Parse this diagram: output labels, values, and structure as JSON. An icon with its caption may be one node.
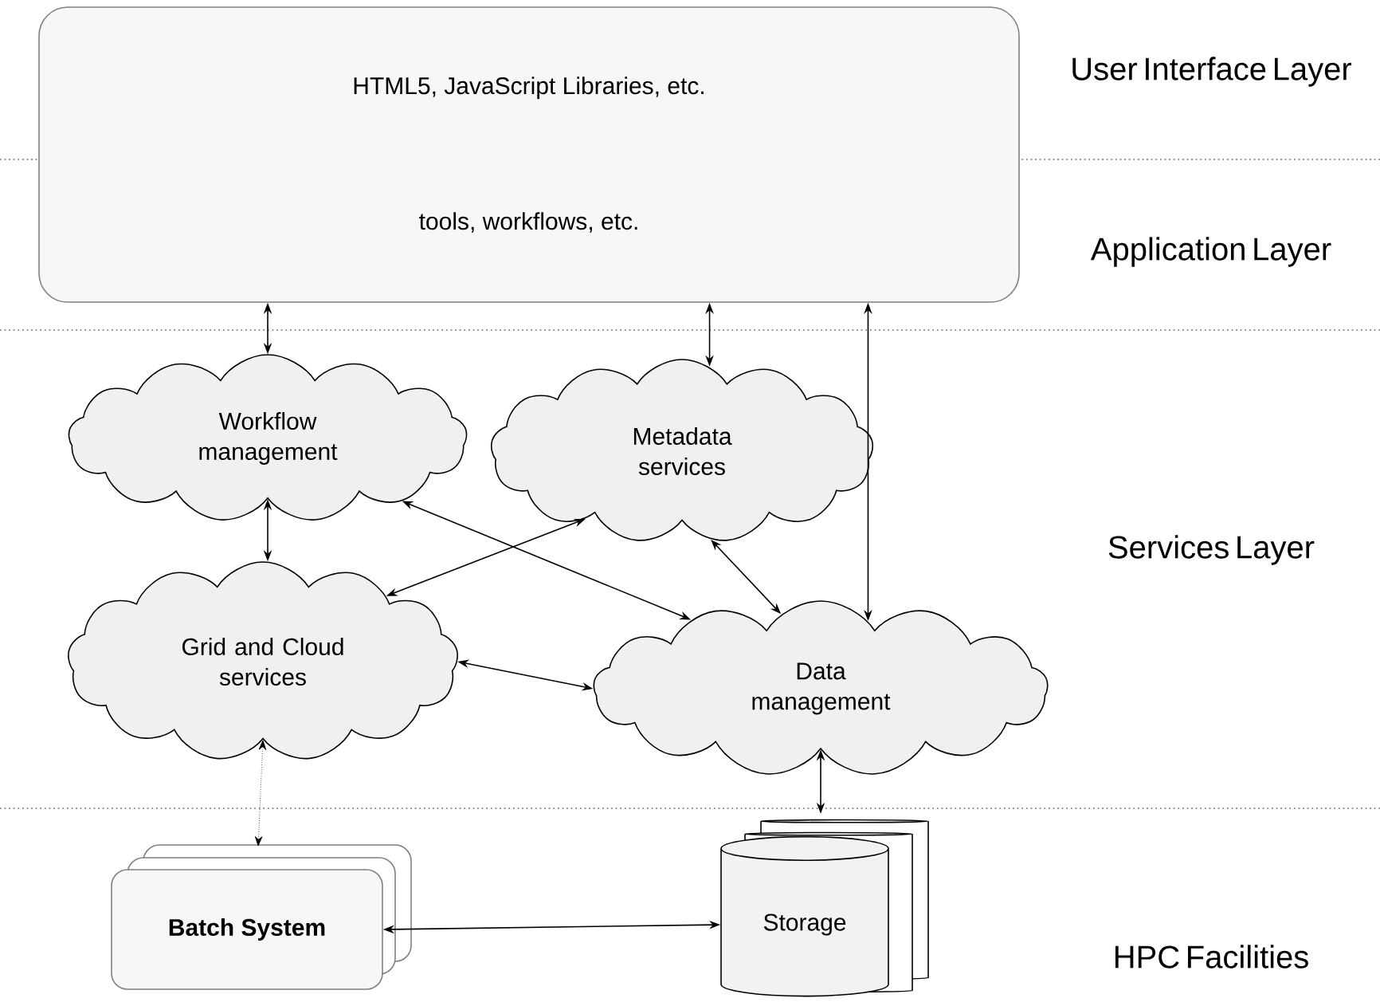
{
  "diagram": {
    "nodes": [
      {
        "text": [
          "HTML5, JavaScript Libraries, etc.",
          "tools, workflows, etc."
        ]
      },
      {
        "text": [
          "Workflow management"
        ]
      },
      {
        "text": [
          "Metadata services"
        ]
      },
      {
        "text": [
          "Grid and Cloud services"
        ]
      },
      {
        "text": [
          "Data management"
        ]
      },
      {
        "text": [
          "Batch System"
        ]
      },
      {
        "text": [
          "Storage"
        ]
      }
    ],
    "edges": [
      {
        "from": 0,
        "to": 1,
        "arrow": "both"
      },
      {
        "from": 0,
        "to": 2,
        "arrow": "both"
      },
      {
        "from": 0,
        "to": 4,
        "arrow": "both"
      },
      {
        "from": 1,
        "to": 3,
        "arrow": "both"
      },
      {
        "from": 1,
        "to": 4,
        "arrow": "both"
      },
      {
        "from": 3,
        "to": 2,
        "arrow": "both"
      },
      {
        "from": 2,
        "to": 4,
        "arrow": "both"
      },
      {
        "from": 3,
        "to": 4,
        "arrow": "both"
      },
      {
        "from": 3,
        "to": 5,
        "arrow": "both",
        "style": "dashed"
      },
      {
        "from": 5,
        "to": 6,
        "arrow": "both"
      },
      {
        "from": 4,
        "to": 6,
        "arrow": "both"
      }
    ],
    "labels": [
      "User Interface Layer",
      "Application Layer",
      "Services Layer",
      "HPC Facilities"
    ]
  }
}
